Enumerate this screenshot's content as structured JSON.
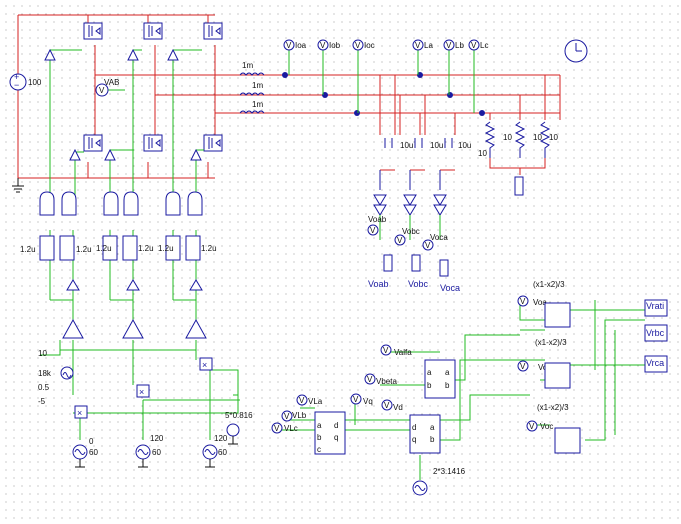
{
  "labels": {
    "dc_source": "100",
    "vab_meter": "VAB",
    "ind1": "1m",
    "ind2": "1m",
    "ind3": "1m",
    "m_ioa": "Ioa",
    "m_iob": "Iob",
    "m_ioc": "Ioc",
    "m_la": "La",
    "m_lb": "Lb",
    "m_lc": "Lc",
    "cap1": "10u",
    "cap2": "10u",
    "cap3": "10u",
    "r1": "10",
    "r2": "10",
    "r3": "10",
    "r4": "10",
    "v_oab_meter": "Voab",
    "v_obc_meter": "Vobc",
    "v_oca_meter": "Voca",
    "probe_oab": "Voab",
    "probe_obc": "Vobc",
    "probe_oca": "Voca",
    "dt1": "1.2u",
    "dt2": "1.2u",
    "dt3": "1.2u",
    "dt4": "1.2u",
    "dt5": "1.2u",
    "dt6": "1.2u",
    "p10": "10",
    "p18k": "18k",
    "p05": "0.5",
    "pm5": "-5",
    "ph0": "0",
    "ph120a": "120",
    "ph120b": "120",
    "f60a": "60",
    "f60b": "60",
    "f60c": "60",
    "const5": "5*0.816",
    "v_la": "VLa",
    "v_lb": "VLb",
    "v_lc": "VLc",
    "v_alfa": "Valfa",
    "v_beta": "Vbeta",
    "v_q": "Vq",
    "v_d": "Vd",
    "v_oa": "Voa",
    "v_ob": "Vob",
    "v_oc": "Voc",
    "expr1": "(x1-x2)/3",
    "expr2": "(x1-x2)/3",
    "expr3": "(x1-x2)/3",
    "out_vrati": "Vrati",
    "out_vrbc": "Vrbc",
    "out_vrca": "Vrca",
    "freq_const": "2*3.1416"
  },
  "colors": {
    "power": "#d42020",
    "control": "#22bb22",
    "component": "#1a1aa0",
    "grid_dot": "#9a9a9a"
  }
}
